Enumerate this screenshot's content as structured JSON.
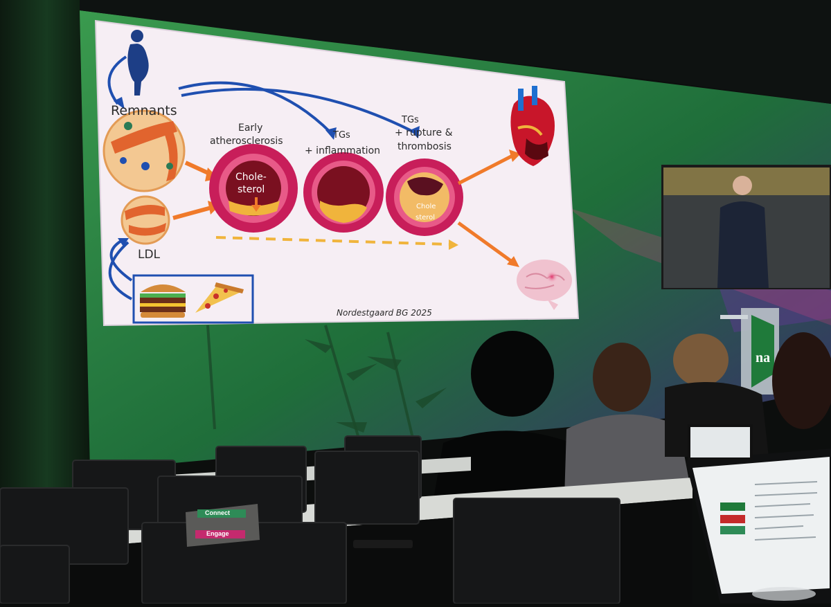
{
  "slide": {
    "labels": {
      "remnants": "Remnants",
      "ldl": "LDL",
      "early": "Early",
      "atherosclerosis": "atherosclerosis",
      "tgs_1": "TGs",
      "inflammation": "+ inflammation",
      "tgs_2": "TGs",
      "rupture": "+ rupture &",
      "thrombosis": "thrombosis",
      "chole_1": "Chole-",
      "sterol_1": "sterol",
      "chole_2": "Chole",
      "sterol_2": "sterol"
    },
    "citation": "Nordestgaard BG 2025"
  },
  "stage": {
    "logo": "na"
  },
  "table_sign": {
    "line1": "Connect",
    "line2": "Engage"
  },
  "colors": {
    "screen_bg": "#f6eef4",
    "artery_outer": "#c81e5a",
    "plaque": "#f0b43c",
    "stage_green": "#2f8a4a",
    "arrow_orange": "#f07a2a",
    "arrow_blue": "#1f4fb0"
  }
}
